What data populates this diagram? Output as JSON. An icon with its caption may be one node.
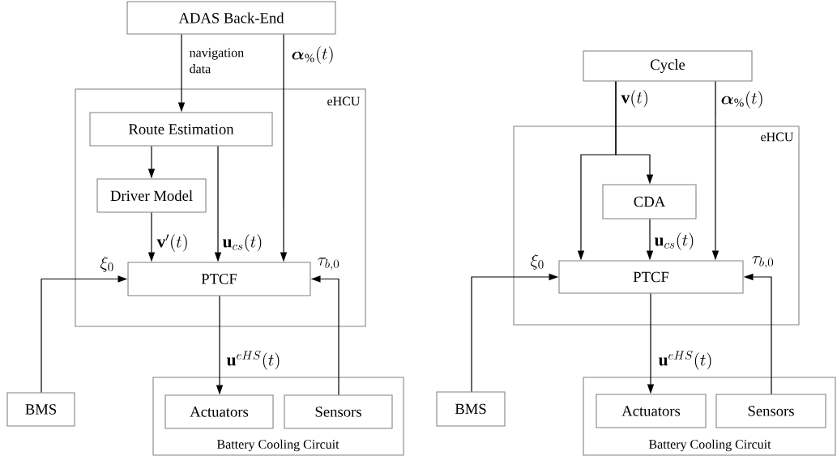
{
  "diagram": {
    "nodes": [
      {
        "text": [
          "ADAS Back-End"
        ]
      },
      {
        "text": [
          "eHCU"
        ]
      },
      {
        "text": [
          "Route Estimation"
        ],
        "in": 1
      },
      {
        "text": [
          "Driver Model"
        ],
        "in": 1
      },
      {
        "text": [
          "PTCF"
        ],
        "in": 1
      },
      {
        "text": [
          "BMS"
        ]
      },
      {
        "text": [
          "Battery Cooling Circuit"
        ]
      },
      {
        "text": [
          "Actuators"
        ],
        "in": 6
      },
      {
        "text": [
          "Sensors"
        ],
        "in": 6
      },
      {
        "text": [
          "Cycle"
        ]
      },
      {
        "text": [
          "eHCU"
        ]
      },
      {
        "text": [
          "CDA"
        ],
        "in": 10
      },
      {
        "text": [
          "PTCF"
        ],
        "in": 10
      },
      {
        "text": [
          "BMS"
        ]
      },
      {
        "text": [
          "Battery Cooling Circuit"
        ]
      },
      {
        "text": [
          "Actuators"
        ],
        "in": 14
      },
      {
        "text": [
          "Sensors"
        ],
        "in": 14
      }
    ],
    "edges": [
      {
        "from": 0,
        "to": 2,
        "arrow": "to",
        "label": "navigation data"
      },
      {
        "from": 0,
        "to": 4,
        "arrow": "to",
        "label": "\\boldsymbol{\\alpha}_{\\%}(t)"
      },
      {
        "from": 2,
        "to": 3,
        "arrow": "to"
      },
      {
        "from": 3,
        "to": 4,
        "arrow": "to",
        "label": "\\mathbf{v}'(t)"
      },
      {
        "from": 2,
        "to": 4,
        "arrow": "to",
        "label": "\\mathbf{u}_{cs}(t)"
      },
      {
        "from": 5,
        "to": 4,
        "arrow": "to",
        "label": "\\xi_0"
      },
      {
        "from": 8,
        "to": 4,
        "arrow": "to",
        "label": "\\tau_{b,0}"
      },
      {
        "from": 4,
        "to": 7,
        "arrow": "to",
        "label": "\\mathbf{u}^{eHS}(t)"
      },
      {
        "from": 9,
        "to": 11,
        "arrow": "to",
        "label": "\\mathbf{v}(t)"
      },
      {
        "from": 9,
        "to": 12,
        "arrow": "to"
      },
      {
        "from": 9,
        "to": 12,
        "arrow": "to",
        "label": "\\boldsymbol{\\alpha}_{\\%}(t)"
      },
      {
        "from": 11,
        "to": 12,
        "arrow": "to",
        "label": "\\mathbf{u}_{cs}(t)"
      },
      {
        "from": 13,
        "to": 12,
        "arrow": "to",
        "label": "\\xi_0"
      },
      {
        "from": 16,
        "to": 12,
        "arrow": "to",
        "label": "\\tau_{b,0}"
      },
      {
        "from": 12,
        "to": 15,
        "arrow": "to",
        "label": "\\mathbf{u}^{eHS}(t)"
      }
    ]
  }
}
